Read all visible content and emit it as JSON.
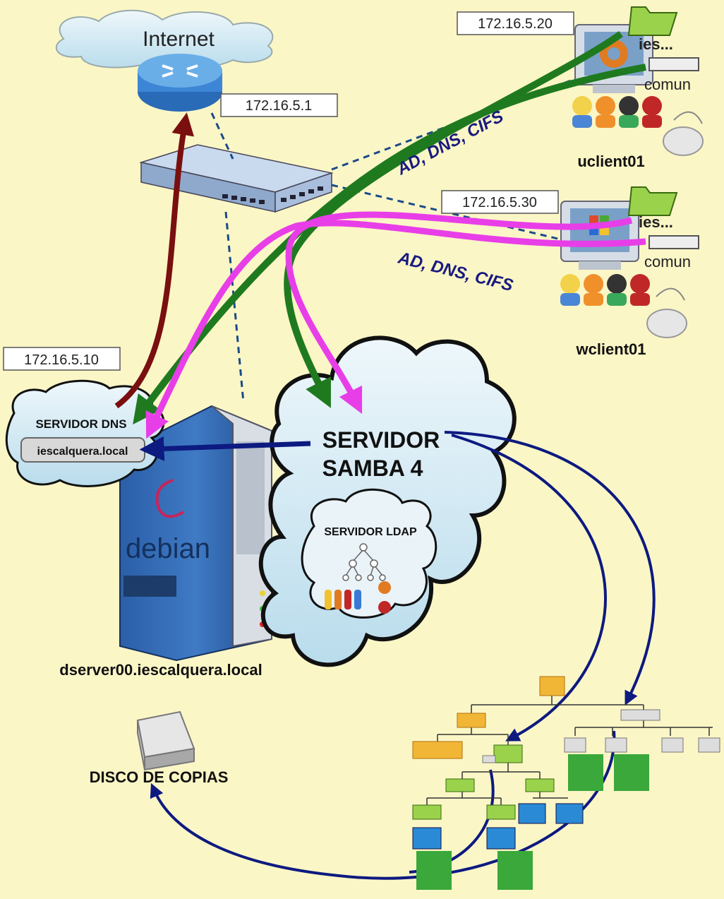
{
  "internet": {
    "label": "Internet",
    "ip": "172.16.5.1"
  },
  "uclient": {
    "ip": "172.16.5.20",
    "hostname": "uclient01",
    "folder_ies": "ies...",
    "folder_comun": "comun",
    "link_label": "AD, DNS, CIFS"
  },
  "wclient": {
    "ip": "172.16.5.30",
    "hostname": "wclient01",
    "folder_ies": "ies...",
    "folder_comun": "comun",
    "link_label": "AD, DNS, CIFS"
  },
  "server": {
    "ip": "172.16.5.10",
    "dns_label": "SERVIDOR DNS",
    "dns_domain": "iescalquera.local",
    "brand": "debian",
    "hostname": "dserver00.iescalquera.local"
  },
  "samba": {
    "line1": "SERVIDOR",
    "line2": "SAMBA 4",
    "ldap": "SERVIDOR LDAP"
  },
  "backup": {
    "label": "DISCO DE COPIAS"
  },
  "colors": {
    "background": "#fbf6c6",
    "internet_link": "#7a0f0f",
    "ubuntu_link": "#1f7a1f",
    "windows_link": "#e83ee8",
    "samba_link": "#0d1a80"
  }
}
